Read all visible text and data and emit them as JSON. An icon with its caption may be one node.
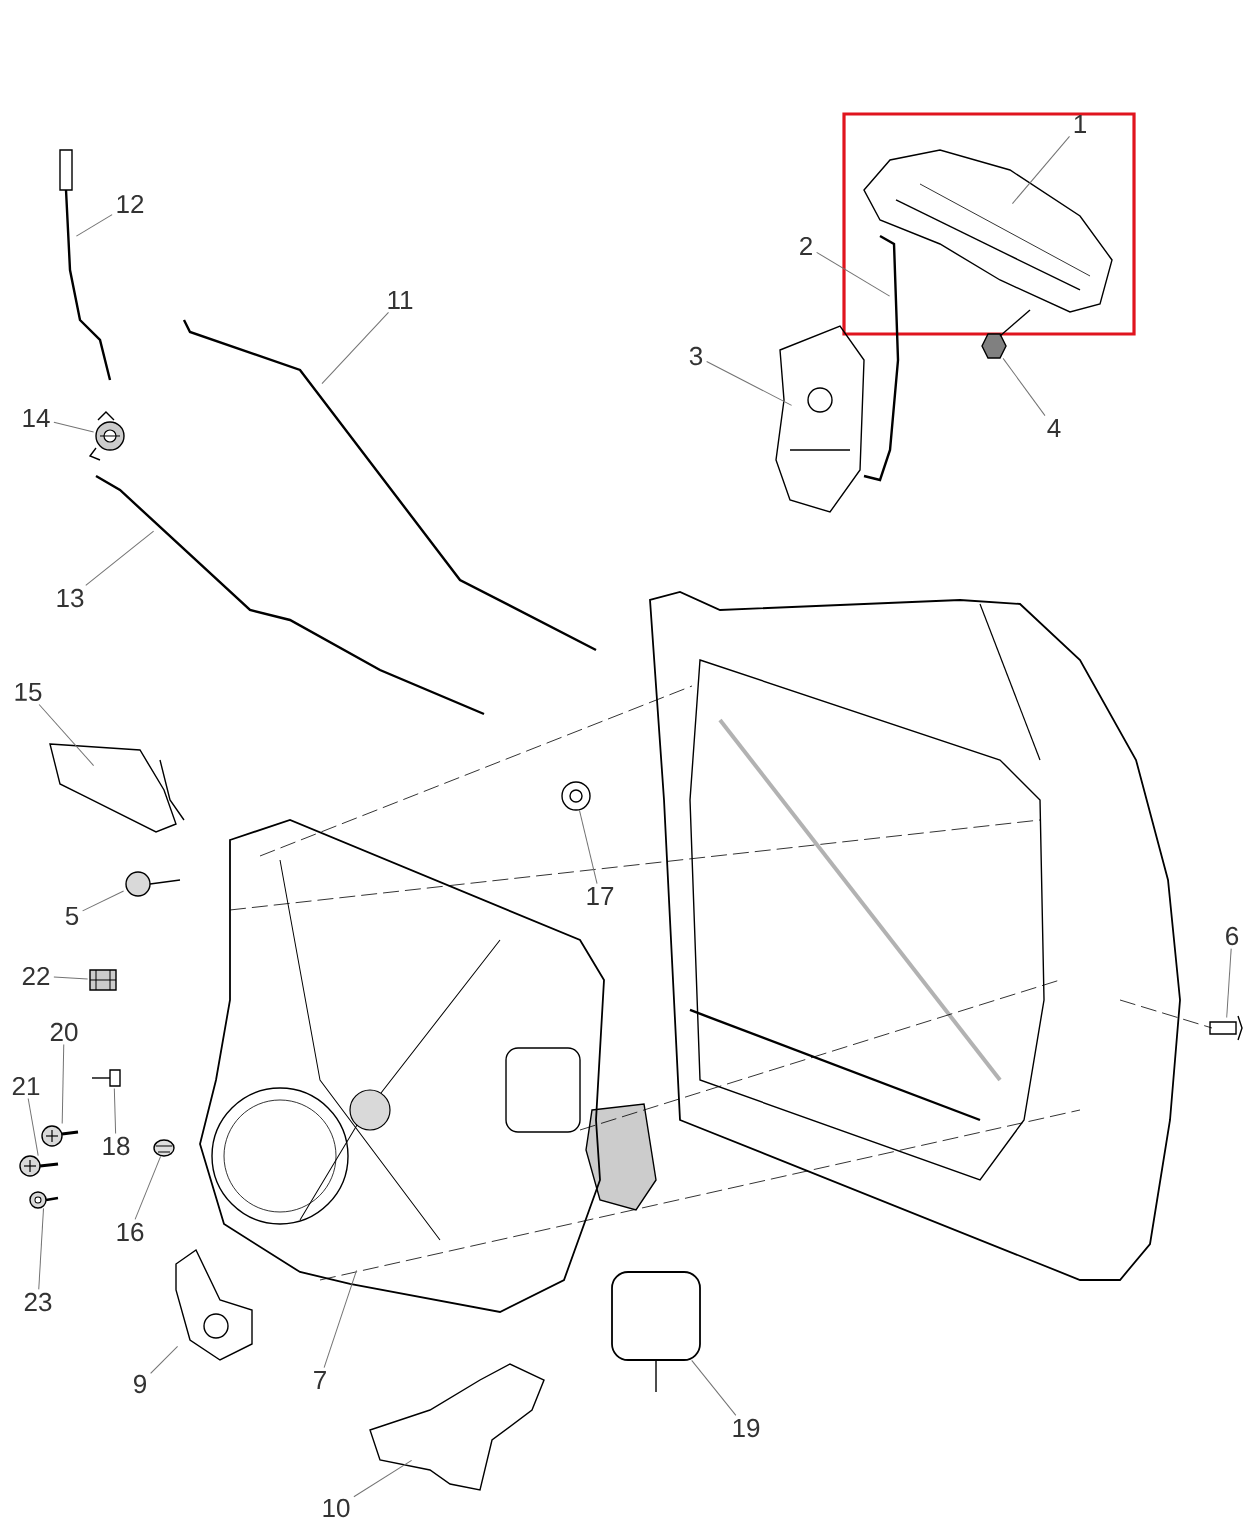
{
  "diagram": {
    "nodes": [
      {
        "text": [
          "1"
        ]
      },
      {
        "text": [
          "2"
        ]
      },
      {
        "text": [
          "3"
        ]
      },
      {
        "text": [
          "4"
        ]
      },
      {
        "text": [
          "12"
        ]
      },
      {
        "text": [
          "11"
        ]
      },
      {
        "text": [
          "14"
        ]
      },
      {
        "text": [
          "13"
        ]
      },
      {
        "text": [
          "15"
        ]
      },
      {
        "text": [
          "17"
        ]
      },
      {
        "text": [
          "5"
        ]
      },
      {
        "text": [
          "6"
        ]
      },
      {
        "text": [
          "22"
        ]
      },
      {
        "text": [
          "20"
        ]
      },
      {
        "text": [
          "21"
        ]
      },
      {
        "text": [
          "18"
        ]
      },
      {
        "text": [
          "16"
        ]
      },
      {
        "text": [
          "23"
        ]
      },
      {
        "text": [
          "9"
        ]
      },
      {
        "text": [
          "7"
        ]
      },
      {
        "text": [
          "19"
        ]
      },
      {
        "text": [
          "10"
        ]
      },
      {
        "text": [],
        "shape": "picture"
      },
      {
        "text": [],
        "shape": "picture"
      },
      {
        "text": [],
        "shape": "picture"
      },
      {
        "text": [],
        "shape": "picture"
      },
      {
        "text": [],
        "shape": "picture"
      },
      {
        "text": [],
        "shape": "picture"
      },
      {
        "text": [],
        "shape": "picture"
      },
      {
        "text": [],
        "shape": "picture"
      },
      {
        "text": [],
        "shape": "picture"
      },
      {
        "text": [],
        "shape": "picture"
      },
      {
        "text": [],
        "shape": "picture"
      },
      {
        "text": [],
        "shape": "picture"
      },
      {
        "text": [],
        "shape": "picture"
      },
      {
        "text": [],
        "shape": "picture"
      },
      {
        "text": [],
        "shape": "picture"
      },
      {
        "text": [],
        "shape": "picture"
      },
      {
        "text": [],
        "shape": "picture"
      },
      {
        "text": [],
        "shape": "picture"
      },
      {
        "text": [],
        "shape": "picture"
      },
      {
        "text": [],
        "shape": "picture"
      },
      {
        "text": [],
        "shape": "picture"
      },
      {
        "text": [],
        "shape": "picture"
      }
    ],
    "edges": [
      {
        "from": 0,
        "to": 22,
        "arrow": "none"
      },
      {
        "from": 1,
        "to": 23,
        "arrow": "none"
      },
      {
        "from": 2,
        "to": 24,
        "arrow": "none"
      },
      {
        "from": 3,
        "to": 25,
        "arrow": "none"
      },
      {
        "from": 4,
        "to": 26,
        "arrow": "none"
      },
      {
        "from": 5,
        "to": 27,
        "arrow": "none"
      },
      {
        "from": 6,
        "to": 28,
        "arrow": "none"
      },
      {
        "from": 7,
        "to": 29,
        "arrow": "none"
      },
      {
        "from": 8,
        "to": 30,
        "arrow": "none"
      },
      {
        "from": 9,
        "to": 31,
        "arrow": "none"
      },
      {
        "from": 10,
        "to": 32,
        "arrow": "none"
      },
      {
        "from": 11,
        "to": 33,
        "arrow": "none"
      },
      {
        "from": 12,
        "to": 34,
        "arrow": "none"
      },
      {
        "from": 13,
        "to": 35,
        "arrow": "none"
      },
      {
        "from": 14,
        "to": 36,
        "arrow": "none"
      },
      {
        "from": 15,
        "to": 37,
        "arrow": "none"
      },
      {
        "from": 16,
        "to": 38,
        "arrow": "none"
      },
      {
        "from": 17,
        "to": 39,
        "arrow": "none"
      },
      {
        "from": 18,
        "to": 40,
        "arrow": "none"
      },
      {
        "from": 19,
        "to": 41,
        "arrow": "none"
      },
      {
        "from": 20,
        "to": 42,
        "arrow": "none"
      },
      {
        "from": 21,
        "to": 43,
        "arrow": "none"
      }
    ]
  }
}
